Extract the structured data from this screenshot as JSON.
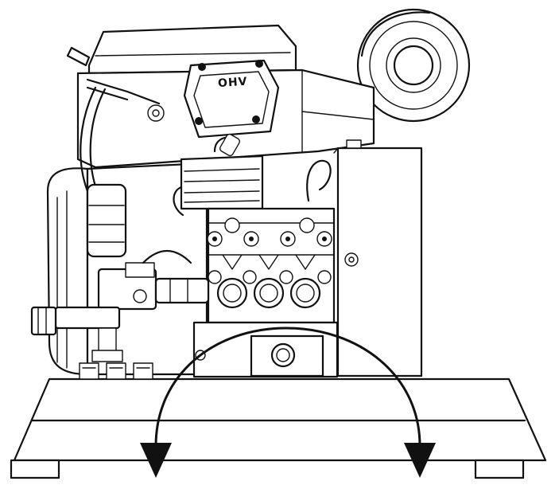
{
  "diagram": {
    "engine_label": "OHV",
    "colors": {
      "line": "#111111",
      "background": "#ffffff"
    },
    "arrow": {
      "directions": [
        "down-left",
        "down-right"
      ]
    }
  }
}
